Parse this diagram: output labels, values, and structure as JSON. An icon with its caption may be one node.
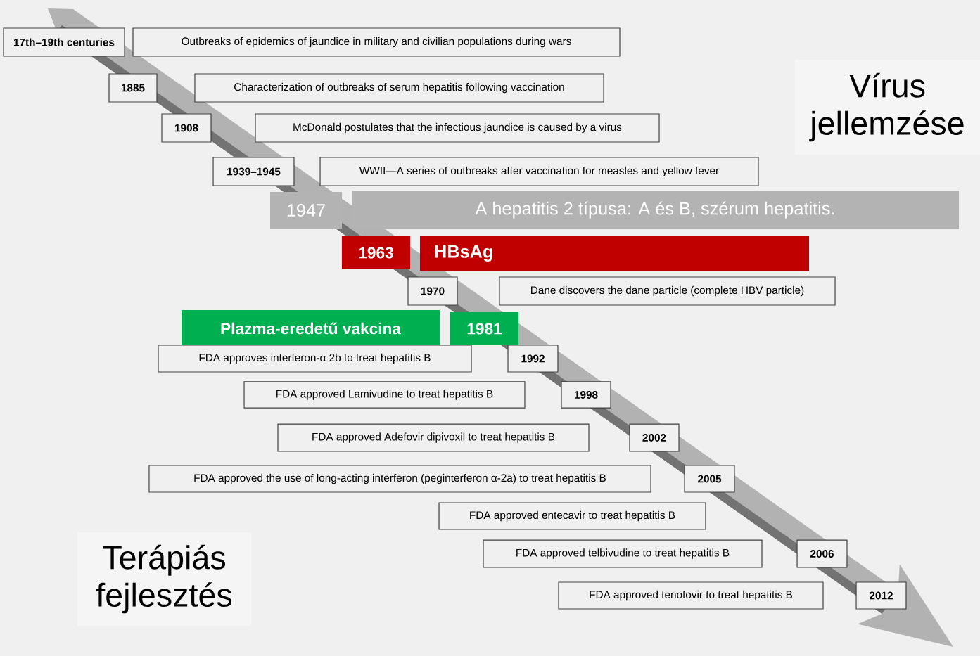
{
  "diagram": {
    "nodes": [
      {
        "text": [
          "17th–19th centuries"
        ]
      },
      {
        "text": [
          "Outbreaks of epidemics of jaundice in military and civilian populations during wars"
        ]
      },
      {
        "text": [
          "1885"
        ]
      },
      {
        "text": [
          "Characterization of outbreaks of serum hepatitis following vaccination"
        ]
      },
      {
        "text": [
          "1908"
        ]
      },
      {
        "text": [
          "McDonald postulates that the infectious jaundice is caused by a virus"
        ]
      },
      {
        "text": [
          "1939–1945"
        ]
      },
      {
        "text": [
          "WWII—A series of outbreaks after vaccination for measles and yellow fever"
        ]
      },
      {
        "text": [
          "1947"
        ]
      },
      {
        "text": [
          "A hepatitis 2 típusa: A és B, szérum hepatitis."
        ]
      },
      {
        "text": [
          "1963"
        ]
      },
      {
        "text": [
          "HBsAg"
        ]
      },
      {
        "text": [
          "1970"
        ]
      },
      {
        "text": [
          "Dane discovers the dane particle (complete HBV particle)"
        ]
      },
      {
        "text": [
          "Plazma-eredetű vakcina"
        ]
      },
      {
        "text": [
          "1981"
        ]
      },
      {
        "text": [
          "FDA approves interferon-α 2b to treat hepatitis B"
        ]
      },
      {
        "text": [
          "1992"
        ]
      },
      {
        "text": [
          "FDA approved Lamivudine to treat hepatitis B"
        ]
      },
      {
        "text": [
          "1998"
        ]
      },
      {
        "text": [
          "FDA approved Adefovir dipivoxil to treat hepatitis B"
        ]
      },
      {
        "text": [
          "2002"
        ]
      },
      {
        "text": [
          "FDA approved the use of long-acting interferon (peginterferon α-2a) to treat hepatitis B"
        ]
      },
      {
        "text": [
          "2005"
        ]
      },
      {
        "text": [
          "FDA approved entecavir to treat hepatitis B"
        ]
      },
      {
        "text": [
          "FDA approved telbivudine to treat hepatitis B"
        ]
      },
      {
        "text": [
          "2006"
        ]
      },
      {
        "text": [
          "FDA approved tenofovir to treat hepatitis B"
        ]
      },
      {
        "text": [
          "2012"
        ]
      },
      {
        "text": [
          "Vírus jellemzése"
        ]
      },
      {
        "text": [
          "Terápiás fejlesztés"
        ]
      }
    ]
  }
}
